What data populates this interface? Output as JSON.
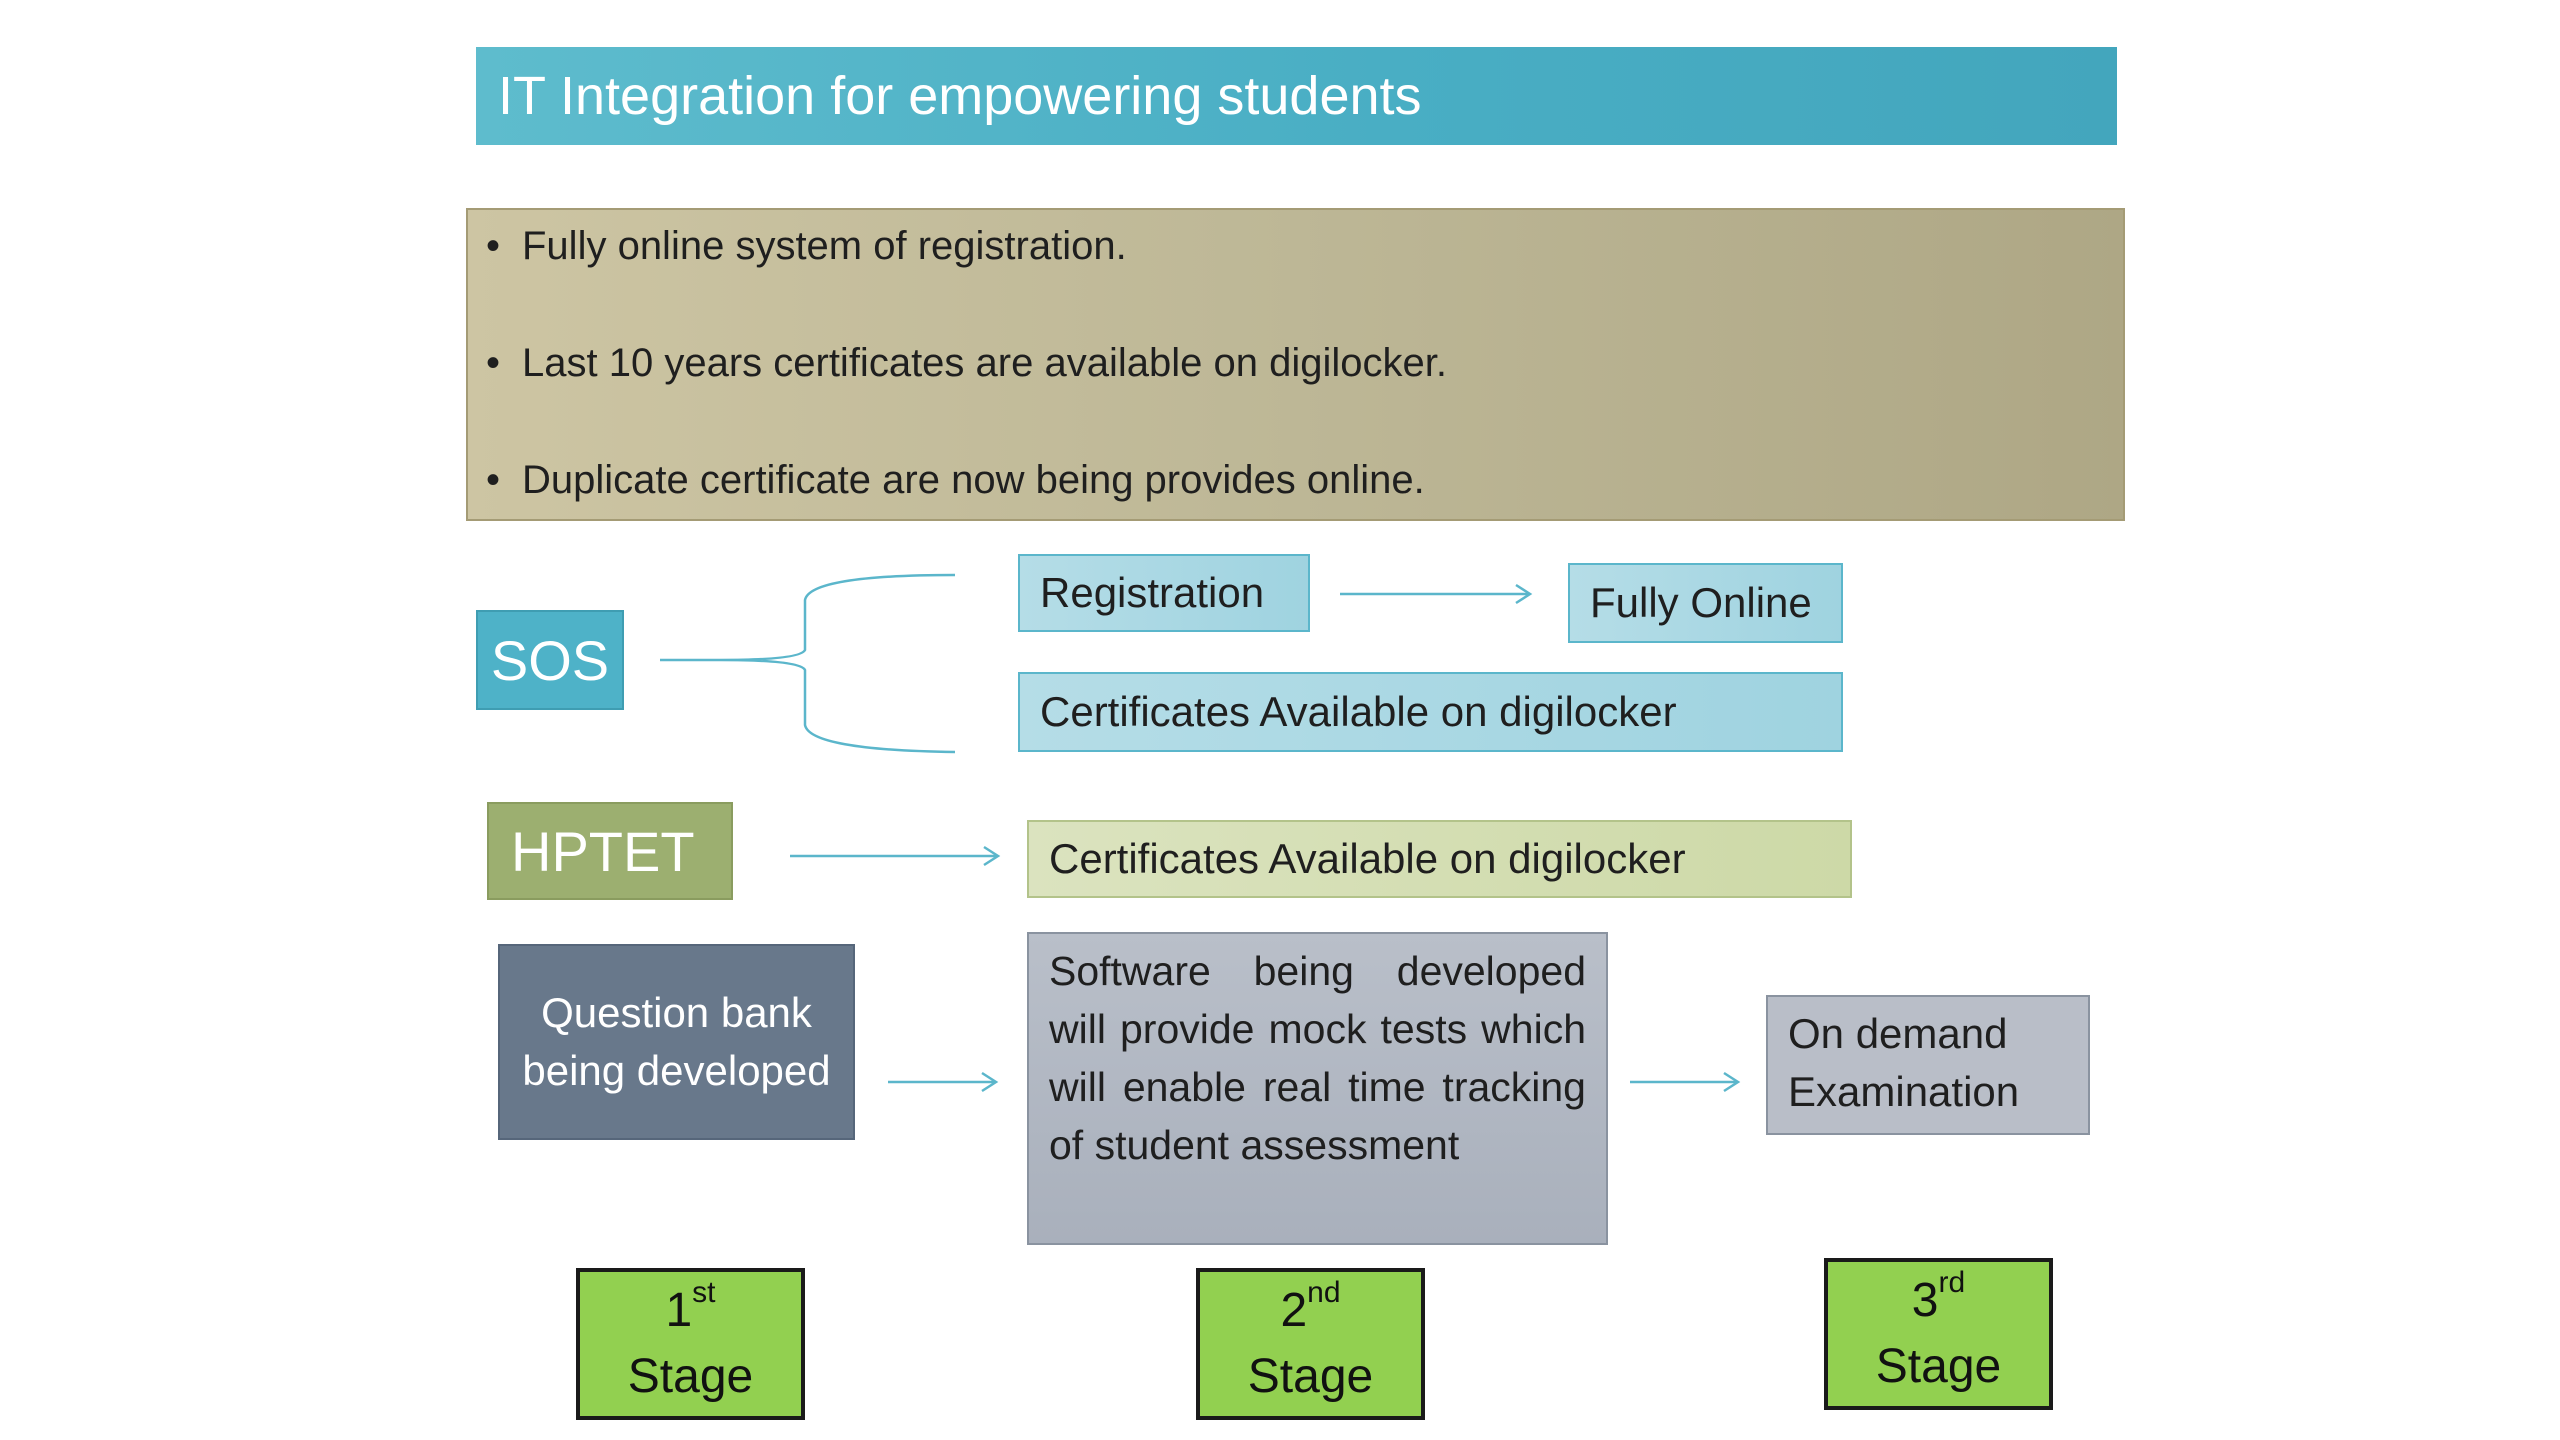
{
  "title": "IT Integration for empowering students",
  "bullets": [
    "Fully online system of registration.",
    "Last 10 years certificates are available on digilocker.",
    "Duplicate certificate are now being provides online."
  ],
  "sos": {
    "label": "SOS",
    "registration": "Registration",
    "fully_online": "Fully Online",
    "certificates": "Certificates Available on digilocker"
  },
  "hptet": {
    "label": "HPTET",
    "certificates": "Certificates Available on digilocker"
  },
  "pipeline": {
    "question_bank_line1": "Question bank",
    "question_bank_line2": "being developed",
    "software_text": "Software being developed will provide mock tests which will enable real time tracking of student assessment",
    "on_demand_line1": "On demand",
    "on_demand_line2": "Examination"
  },
  "stages": [
    {
      "number": "1",
      "suffix": "st",
      "word": "Stage"
    },
    {
      "number": "2",
      "suffix": "nd",
      "word": "Stage"
    },
    {
      "number": "3",
      "suffix": "rd",
      "word": "Stage"
    }
  ],
  "colors": {
    "title_bar": "#4bb0c5",
    "bullet_box": "#bdb796",
    "sos": "#4eb2c8",
    "hptet": "#9caf70",
    "question_bank": "#68788b",
    "stage": "#92d050",
    "connector": "#5bb6cb"
  }
}
